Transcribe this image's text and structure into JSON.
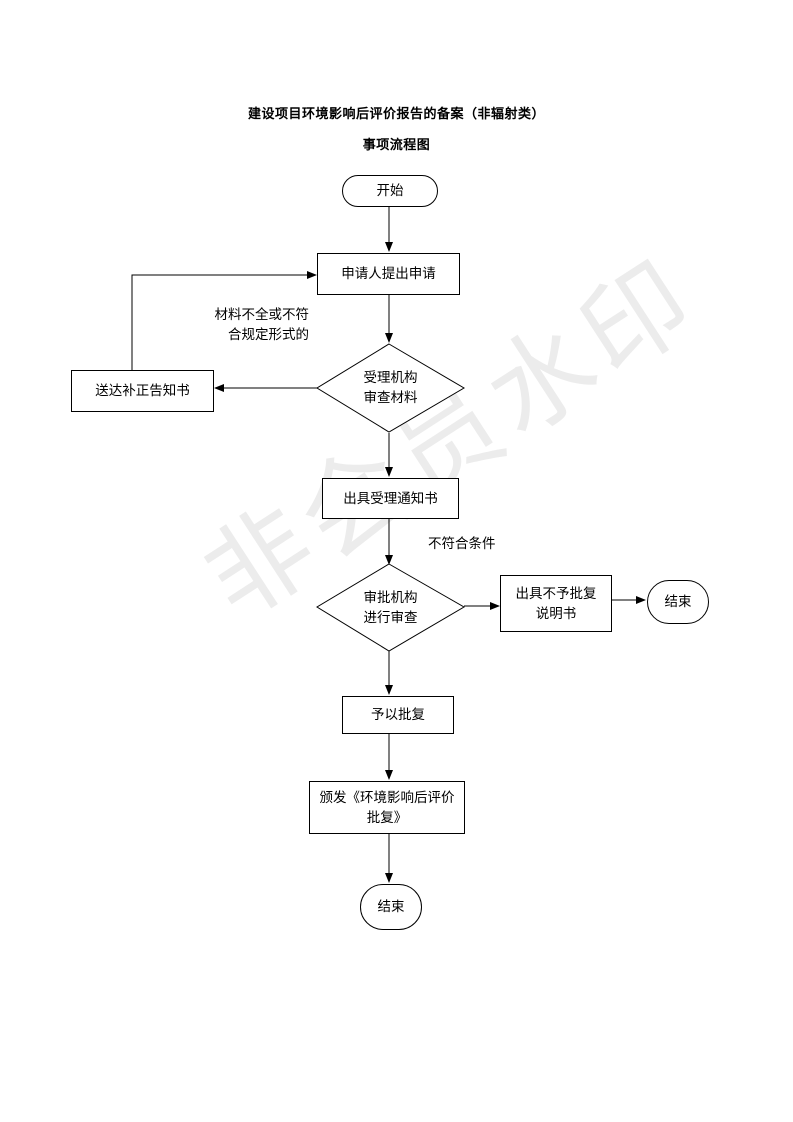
{
  "title_line1": "建设项目环境影响后评价报告的备案（非辐射类）",
  "title_line2": "事项流程图",
  "watermark": "非会员水印",
  "nodes": {
    "start": "开始",
    "apply": "申请人提出申请",
    "review": [
      "受理机构",
      "审查材料"
    ],
    "notify_fix": "送达补正告知书",
    "accept_notice": "出具受理通知书",
    "approval_review": [
      "审批机构",
      "进行审查"
    ],
    "reject_doc": [
      "出具不予批复",
      "说明书"
    ],
    "end_reject": "结束",
    "approve": "予以批复",
    "issue": [
      "颁发《环境影响后评价",
      "批复》"
    ],
    "end": "结束"
  },
  "edge_labels": {
    "incomplete": [
      "材料不全或不符",
      "合规定形式的"
    ],
    "not_meet": "不符合条件"
  }
}
